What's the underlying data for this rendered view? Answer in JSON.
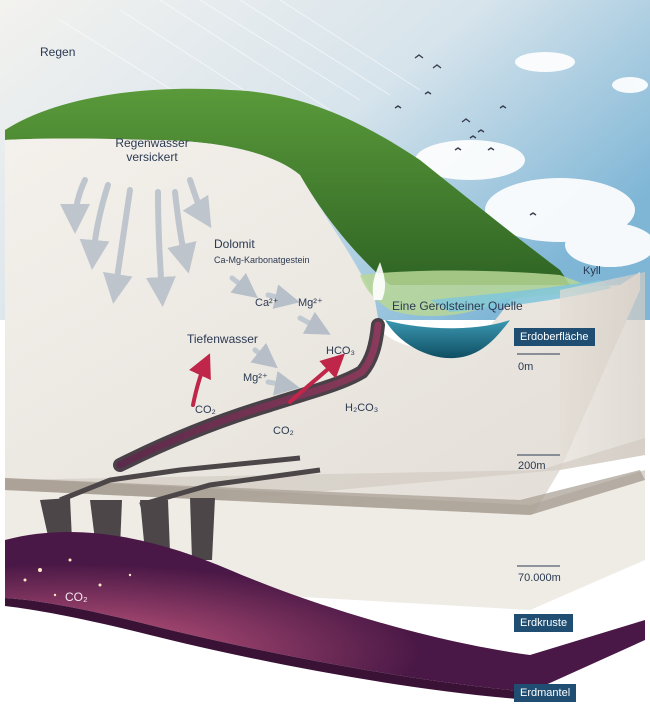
{
  "labels": {
    "regen": "Regen",
    "regenwasser_line1": "Regenwasser",
    "regenwasser_line2": "versickert",
    "dolomit": "Dolomit",
    "dolomit_sub": "Ca-Mg-Karbonatgestein",
    "ca": "Ca²⁺",
    "mg_upper": "Mg²⁺",
    "tiefenwasser": "Tiefenwasser",
    "hco3": "HCO₃",
    "mg_lower": "Mg²⁺",
    "co2_left": "CO₂",
    "co2_mid": "CO₂",
    "h2co3": "H₂CO₃",
    "co2_mantle": "CO₂",
    "quelle": "Eine Gerolsteiner Quelle",
    "kyll": "Kyll"
  },
  "layers": {
    "erdoberflaeche": "Erdoberfläche",
    "erdkruste": "Erdkruste",
    "erdmantel": "Erdmantel"
  },
  "depths": {
    "d0": "0m",
    "d200": "200m",
    "d70000": "70.000m"
  },
  "colors": {
    "sky": "#bcd6e6",
    "forest": "#3f7f2f",
    "rock": "#ece8e2",
    "water": "#1c6f86",
    "co2_arrow": "#c0264a",
    "mantle": "#5b1e55",
    "tag": "#1f4e72"
  }
}
